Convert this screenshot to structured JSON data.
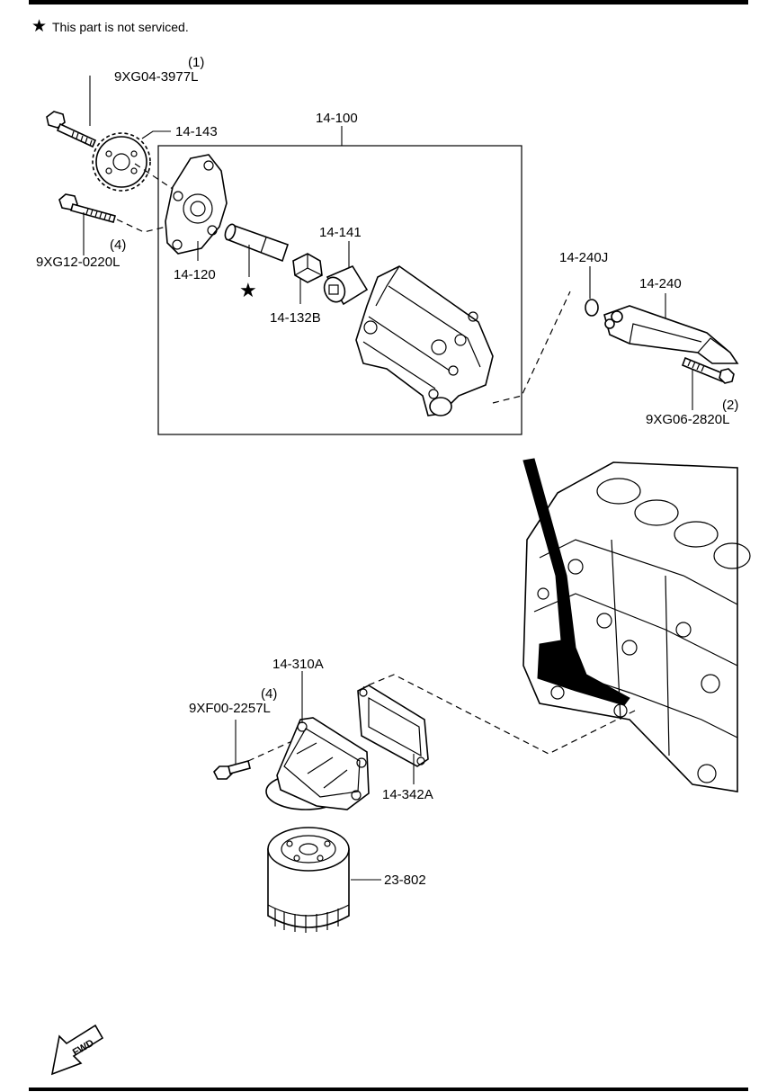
{
  "note": {
    "symbol": "★",
    "text": "This part is not serviced."
  },
  "callouts": {
    "bolt_sprocket_qty": "(1)",
    "bolt_sprocket": "9XG04-3977L",
    "sprocket": "14-143",
    "pump_assembly": "14-100",
    "bolt_cover_qty": "(4)",
    "bolt_cover": "9XG12-0220L",
    "pump_cover": "14-120",
    "not_serviced_mark": "★",
    "rotor": "14-141",
    "coupling": "14-132B",
    "o_ring": "14-240J",
    "oil_pipe": "14-240",
    "bolt_pipe_qty": "(2)",
    "bolt_pipe": "9XG06-2820L",
    "filter_body": "14-310A",
    "bolt_filter_body_qty": "(4)",
    "bolt_filter_body": "9XF00-2257L",
    "gasket": "14-342A",
    "oil_filter": "23-802",
    "direction": "FWD"
  },
  "colors": {
    "line": "#000000",
    "background": "#ffffff"
  }
}
